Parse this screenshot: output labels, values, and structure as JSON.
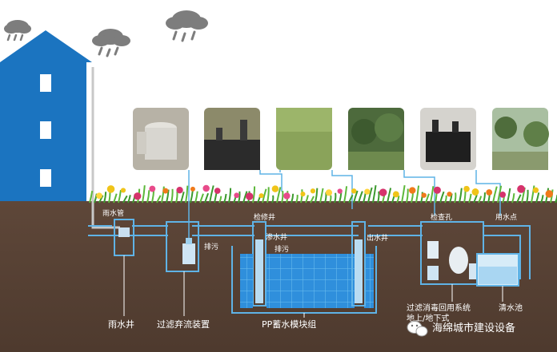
{
  "labels": {
    "rain_pipe": "雨水管",
    "inspection_well": "检修井",
    "seepage_well": "渗水井",
    "drain_1": "排污",
    "drain_2": "排污",
    "outflow_well": "出水井",
    "check_hole": "检查孔",
    "water_point": "用水点",
    "rain_well": "雨水井",
    "filter_device": "过滤弃流装置",
    "pp_module": "PP蓄水模块组",
    "reuse_system_line1": "过滤消毒回用系统",
    "reuse_system_line2": "地上/地下式",
    "clear_pool": "清水池"
  },
  "watermark": {
    "icon": "wechat-icon",
    "text": "海绵城市建设设备"
  },
  "colors": {
    "sky": "#ffffff",
    "soil": "#5b4537",
    "house": "#1b74c0",
    "pipe": "#5fb3e6",
    "tank_water": "#2f8fdc",
    "label": "#ffffff"
  }
}
